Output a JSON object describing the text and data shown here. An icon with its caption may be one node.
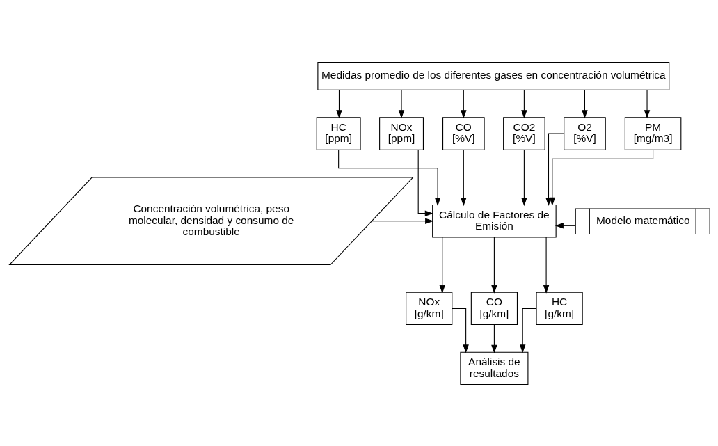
{
  "diagram": {
    "nodes": [
      {
        "text": [
          "Medidas promedio de los diferentes gases en concentración volumétrica"
        ]
      },
      {
        "text": [
          "HC [ppm]"
        ]
      },
      {
        "text": [
          "NOx [ppm]"
        ]
      },
      {
        "text": [
          "CO [%V]"
        ]
      },
      {
        "text": [
          "CO2 [%V]"
        ]
      },
      {
        "text": [
          "O2 [%V]"
        ]
      },
      {
        "text": [
          "PM [mg/m3]"
        ]
      },
      {
        "text": [
          "Cálculo de Factores de Emisión"
        ]
      },
      {
        "text": [
          "Concentración volumétrica, peso molecular, densidad y consumo de combustible"
        ]
      },
      {
        "text": [
          "Modelo matemático"
        ]
      },
      {
        "text": [
          "NOx [g/km]"
        ]
      },
      {
        "text": [
          "CO [g/km]"
        ]
      },
      {
        "text": [
          "HC [g/km]"
        ]
      },
      {
        "text": [
          "Análisis de resultados"
        ]
      }
    ],
    "edges": [
      {
        "from": 0,
        "to": 1,
        "arrow": "to"
      },
      {
        "from": 0,
        "to": 2,
        "arrow": "to"
      },
      {
        "from": 0,
        "to": 3,
        "arrow": "to"
      },
      {
        "from": 0,
        "to": 4,
        "arrow": "to"
      },
      {
        "from": 0,
        "to": 5,
        "arrow": "to"
      },
      {
        "from": 0,
        "to": 6,
        "arrow": "to"
      },
      {
        "from": 1,
        "to": 7,
        "arrow": "to"
      },
      {
        "from": 2,
        "to": 7,
        "arrow": "to"
      },
      {
        "from": 3,
        "to": 7,
        "arrow": "to"
      },
      {
        "from": 4,
        "to": 7,
        "arrow": "to"
      },
      {
        "from": 5,
        "to": 7,
        "arrow": "to"
      },
      {
        "from": 6,
        "to": 7,
        "arrow": "to"
      },
      {
        "from": 8,
        "to": 7,
        "arrow": "to"
      },
      {
        "from": 9,
        "to": 7,
        "arrow": "to"
      },
      {
        "from": 7,
        "to": 10,
        "arrow": "to"
      },
      {
        "from": 7,
        "to": 11,
        "arrow": "to"
      },
      {
        "from": 7,
        "to": 12,
        "arrow": "to"
      },
      {
        "from": 10,
        "to": 13,
        "arrow": "to"
      },
      {
        "from": 11,
        "to": 13,
        "arrow": "to"
      },
      {
        "from": 12,
        "to": 13,
        "arrow": "to"
      }
    ]
  }
}
